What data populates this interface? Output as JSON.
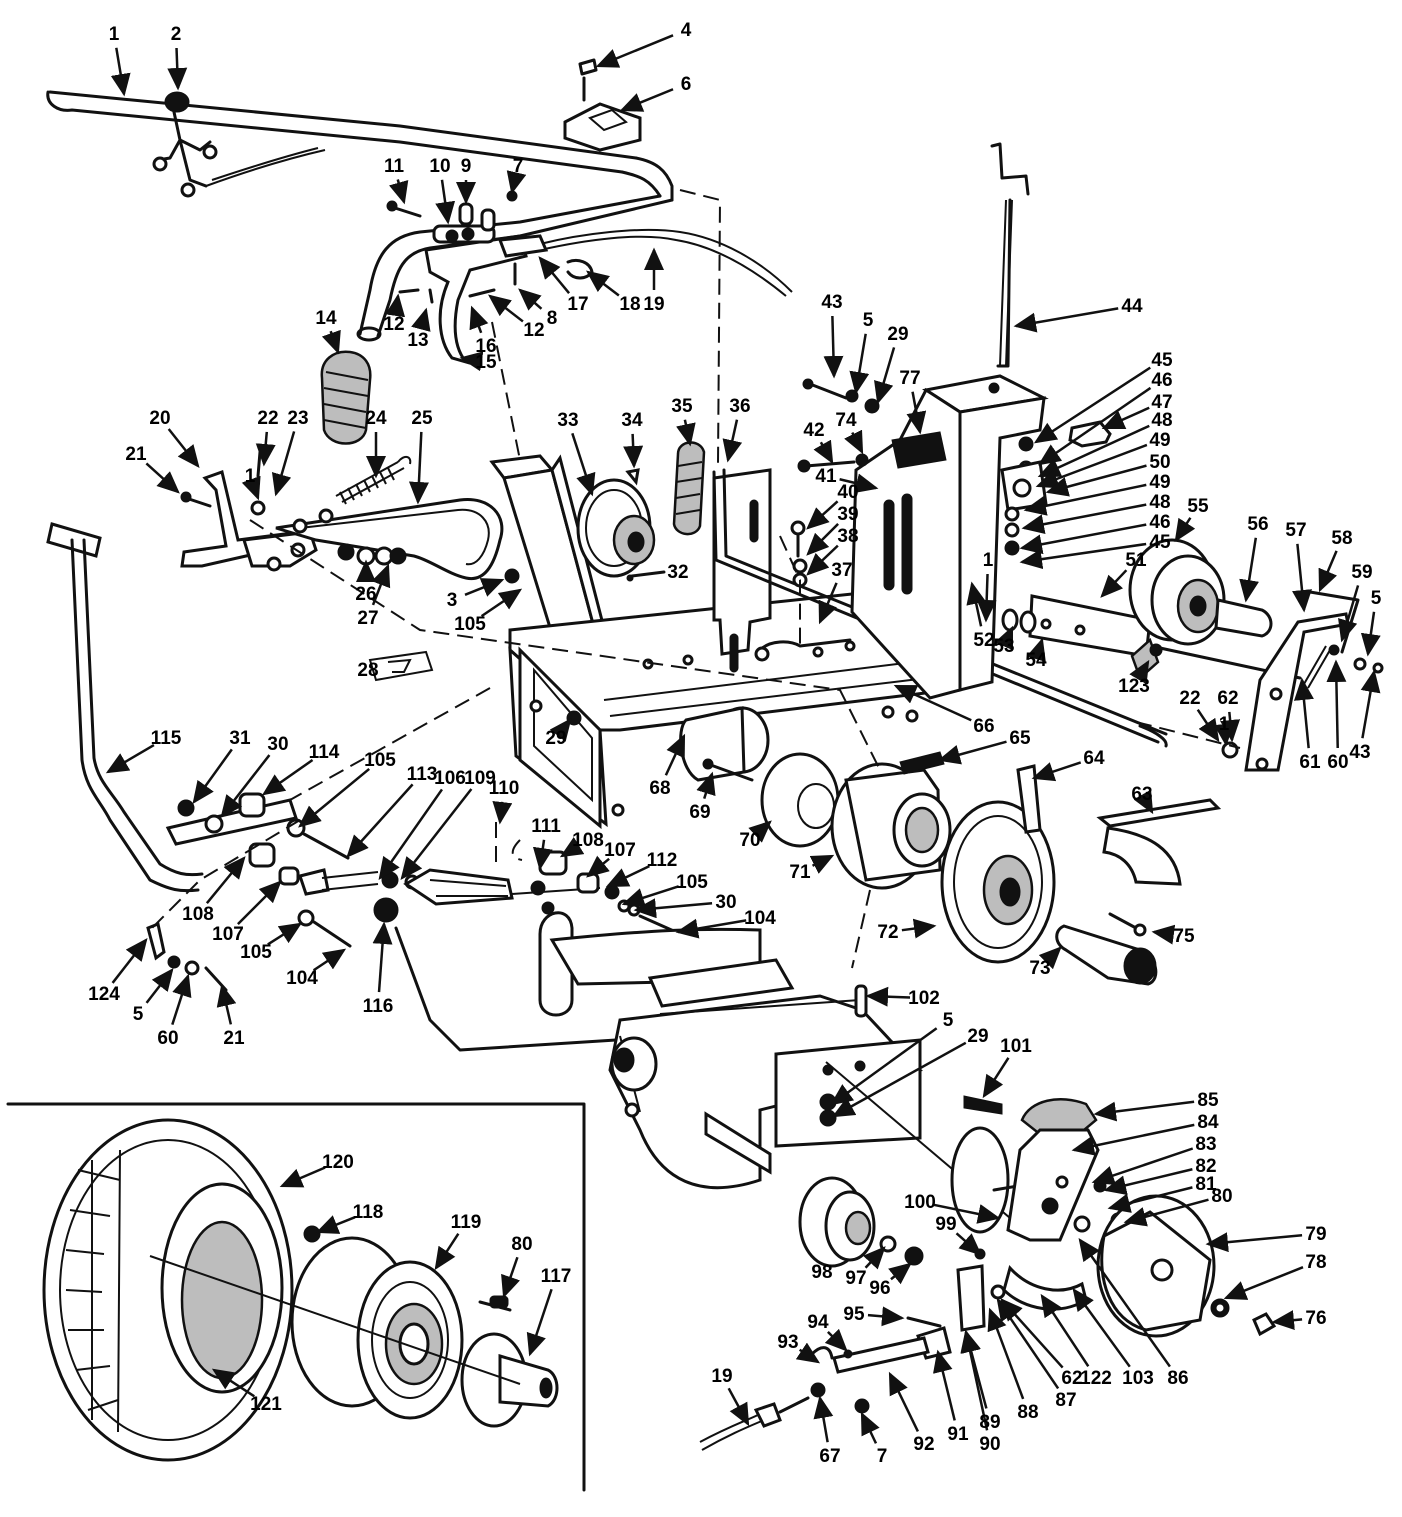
{
  "callouts": [
    {
      "id": "c1",
      "text": "1"
    },
    {
      "id": "c2",
      "text": "2"
    },
    {
      "id": "c4",
      "text": "4"
    },
    {
      "id": "c6",
      "text": "6"
    },
    {
      "id": "c11",
      "text": "11"
    },
    {
      "id": "c10",
      "text": "10"
    },
    {
      "id": "c9",
      "text": "9"
    },
    {
      "id": "c7a",
      "text": "7"
    },
    {
      "id": "c12a",
      "text": "12"
    },
    {
      "id": "c13",
      "text": "13"
    },
    {
      "id": "c12b",
      "text": "12"
    },
    {
      "id": "c16",
      "text": "16"
    },
    {
      "id": "c8",
      "text": "8"
    },
    {
      "id": "c17",
      "text": "17"
    },
    {
      "id": "c18",
      "text": "18"
    },
    {
      "id": "c19a",
      "text": "19"
    },
    {
      "id": "c14",
      "text": "14"
    },
    {
      "id": "c15",
      "text": "15"
    },
    {
      "id": "c43a",
      "text": "43"
    },
    {
      "id": "c5a",
      "text": "5"
    },
    {
      "id": "c29a",
      "text": "29"
    },
    {
      "id": "c44",
      "text": "44"
    },
    {
      "id": "c77",
      "text": "77"
    },
    {
      "id": "c45a",
      "text": "45"
    },
    {
      "id": "c46a",
      "text": "46"
    },
    {
      "id": "c47",
      "text": "47"
    },
    {
      "id": "c48a",
      "text": "48"
    },
    {
      "id": "c49a",
      "text": "49"
    },
    {
      "id": "c50",
      "text": "50"
    },
    {
      "id": "c49b",
      "text": "49"
    },
    {
      "id": "c48b",
      "text": "48"
    },
    {
      "id": "c46b",
      "text": "46"
    },
    {
      "id": "c45b",
      "text": "45"
    },
    {
      "id": "c42",
      "text": "42"
    },
    {
      "id": "c74",
      "text": "74"
    },
    {
      "id": "c41",
      "text": "41"
    },
    {
      "id": "c40",
      "text": "40"
    },
    {
      "id": "c39",
      "text": "39"
    },
    {
      "id": "c38",
      "text": "38"
    },
    {
      "id": "c37",
      "text": "37"
    },
    {
      "id": "c35",
      "text": "35"
    },
    {
      "id": "c36",
      "text": "36"
    },
    {
      "id": "c33",
      "text": "33"
    },
    {
      "id": "c34",
      "text": "34"
    },
    {
      "id": "c32",
      "text": "32"
    },
    {
      "id": "c20",
      "text": "20"
    },
    {
      "id": "c22a",
      "text": "22"
    },
    {
      "id": "c23",
      "text": "23"
    },
    {
      "id": "c24",
      "text": "24"
    },
    {
      "id": "c25",
      "text": "25"
    },
    {
      "id": "c21a",
      "text": "21"
    },
    {
      "id": "c1b",
      "text": "1"
    },
    {
      "id": "c26",
      "text": "26"
    },
    {
      "id": "c27",
      "text": "27"
    },
    {
      "id": "c3",
      "text": "3"
    },
    {
      "id": "c105a",
      "text": "105"
    },
    {
      "id": "c28",
      "text": "28"
    },
    {
      "id": "c29b",
      "text": "29"
    },
    {
      "id": "c55",
      "text": "55"
    },
    {
      "id": "c56",
      "text": "56"
    },
    {
      "id": "c57",
      "text": "57"
    },
    {
      "id": "c58",
      "text": "58"
    },
    {
      "id": "c59",
      "text": "59"
    },
    {
      "id": "c5b",
      "text": "5"
    },
    {
      "id": "c51",
      "text": "51"
    },
    {
      "id": "c1c",
      "text": "1"
    },
    {
      "id": "c52",
      "text": "52"
    },
    {
      "id": "c53",
      "text": "53"
    },
    {
      "id": "c54",
      "text": "54"
    },
    {
      "id": "c123",
      "text": "123"
    },
    {
      "id": "c22b",
      "text": "22"
    },
    {
      "id": "c62a",
      "text": "62"
    },
    {
      "id": "c1d",
      "text": "1"
    },
    {
      "id": "c61",
      "text": "61"
    },
    {
      "id": "c60a",
      "text": "60"
    },
    {
      "id": "c43b",
      "text": "43"
    },
    {
      "id": "c66",
      "text": "66"
    },
    {
      "id": "c65",
      "text": "65"
    },
    {
      "id": "c64",
      "text": "64"
    },
    {
      "id": "c63",
      "text": "63"
    },
    {
      "id": "c68",
      "text": "68"
    },
    {
      "id": "c69",
      "text": "69"
    },
    {
      "id": "c70",
      "text": "70"
    },
    {
      "id": "c71",
      "text": "71"
    },
    {
      "id": "c72",
      "text": "72"
    },
    {
      "id": "c73",
      "text": "73"
    },
    {
      "id": "c75",
      "text": "75"
    },
    {
      "id": "c115",
      "text": "115"
    },
    {
      "id": "c31",
      "text": "31"
    },
    {
      "id": "c30a",
      "text": "30"
    },
    {
      "id": "c114",
      "text": "114"
    },
    {
      "id": "c105b",
      "text": "105"
    },
    {
      "id": "c113",
      "text": "113"
    },
    {
      "id": "c106",
      "text": "106"
    },
    {
      "id": "c109",
      "text": "109"
    },
    {
      "id": "c110",
      "text": "110"
    },
    {
      "id": "c111",
      "text": "111"
    },
    {
      "id": "c108a",
      "text": "108"
    },
    {
      "id": "c107a",
      "text": "107"
    },
    {
      "id": "c112",
      "text": "112"
    },
    {
      "id": "c105c",
      "text": "105"
    },
    {
      "id": "c30b",
      "text": "30"
    },
    {
      "id": "c104a",
      "text": "104"
    },
    {
      "id": "c108b",
      "text": "108"
    },
    {
      "id": "c107b",
      "text": "107"
    },
    {
      "id": "c105d",
      "text": "105"
    },
    {
      "id": "c104b",
      "text": "104"
    },
    {
      "id": "c116",
      "text": "116"
    },
    {
      "id": "c124",
      "text": "124"
    },
    {
      "id": "c5c",
      "text": "5"
    },
    {
      "id": "c60b",
      "text": "60"
    },
    {
      "id": "c21b",
      "text": "21"
    },
    {
      "id": "c102",
      "text": "102"
    },
    {
      "id": "c5d",
      "text": "5"
    },
    {
      "id": "c29c",
      "text": "29"
    },
    {
      "id": "c101",
      "text": "101"
    },
    {
      "id": "c85",
      "text": "85"
    },
    {
      "id": "c84",
      "text": "84"
    },
    {
      "id": "c83",
      "text": "83"
    },
    {
      "id": "c82",
      "text": "82"
    },
    {
      "id": "c81",
      "text": "81"
    },
    {
      "id": "c80a",
      "text": "80"
    },
    {
      "id": "c79",
      "text": "79"
    },
    {
      "id": "c78",
      "text": "78"
    },
    {
      "id": "c76",
      "text": "76"
    },
    {
      "id": "c100",
      "text": "100"
    },
    {
      "id": "c99",
      "text": "99"
    },
    {
      "id": "c98",
      "text": "98"
    },
    {
      "id": "c97",
      "text": "97"
    },
    {
      "id": "c96",
      "text": "96"
    },
    {
      "id": "c95",
      "text": "95"
    },
    {
      "id": "c94",
      "text": "94"
    },
    {
      "id": "c93",
      "text": "93"
    },
    {
      "id": "c19b",
      "text": "19"
    },
    {
      "id": "c67",
      "text": "67"
    },
    {
      "id": "c7b",
      "text": "7"
    },
    {
      "id": "c92",
      "text": "92"
    },
    {
      "id": "c91",
      "text": "91"
    },
    {
      "id": "c89",
      "text": "89"
    },
    {
      "id": "c90",
      "text": "90"
    },
    {
      "id": "c88",
      "text": "88"
    },
    {
      "id": "c87",
      "text": "87"
    },
    {
      "id": "c62b",
      "text": "62"
    },
    {
      "id": "c122",
      "text": "122"
    },
    {
      "id": "c103",
      "text": "103"
    },
    {
      "id": "c86",
      "text": "86"
    },
    {
      "id": "c120",
      "text": "120"
    },
    {
      "id": "c118",
      "text": "118"
    },
    {
      "id": "c119",
      "text": "119"
    },
    {
      "id": "c80b",
      "text": "80"
    },
    {
      "id": "c117",
      "text": "117"
    },
    {
      "id": "c121",
      "text": "121"
    }
  ]
}
